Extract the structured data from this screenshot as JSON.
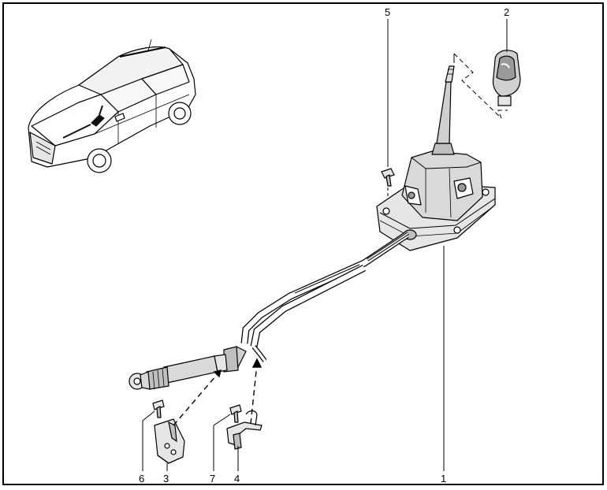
{
  "diagram": {
    "callouts": [
      {
        "id": "1",
        "label": "1"
      },
      {
        "id": "2",
        "label": "2"
      },
      {
        "id": "3",
        "label": "3"
      },
      {
        "id": "4",
        "label": "4"
      },
      {
        "id": "5",
        "label": "5"
      },
      {
        "id": "6",
        "label": "6"
      },
      {
        "id": "7",
        "label": "7"
      }
    ],
    "colors": {
      "ink": "#000000",
      "part_fill": "#d9d9d9",
      "part_shade": "#9a9a9a",
      "highlight": "#111111"
    }
  }
}
